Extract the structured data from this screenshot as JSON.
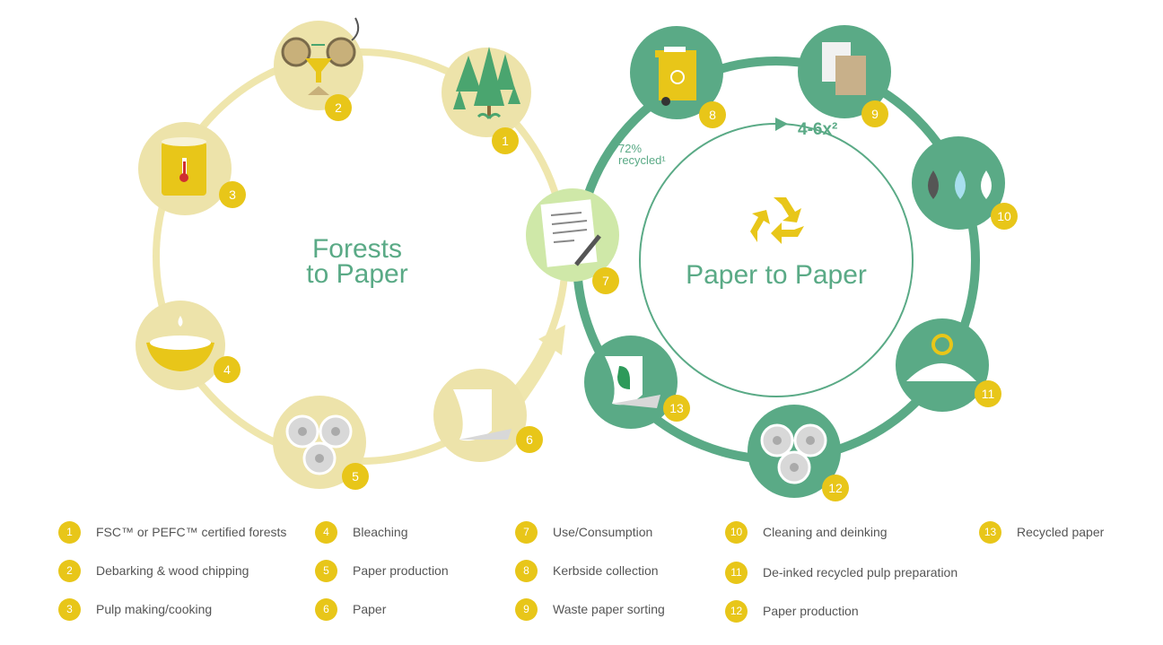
{
  "colors": {
    "forest_ring": "#efe6ad",
    "forest_circle": "#ede3aa",
    "recycle_ring": "#5aaa86",
    "recycle_circle": "#5aaa86",
    "use_circle": "#cfe8a8",
    "badge": "#e8c619",
    "title_green": "#5aaa86"
  },
  "forest_title_line1": "Forests",
  "forest_title_line2": "to Paper",
  "recycle_title": "Paper to Paper",
  "recycled_share": "72%",
  "recycled_word": "recycled¹",
  "cycles_label": "4-6x²",
  "steps": [
    {
      "num": "1",
      "icon": "forest-icon"
    },
    {
      "num": "2",
      "icon": "debarking-chipping-icon"
    },
    {
      "num": "3",
      "icon": "pulp-cooking-pot-icon"
    },
    {
      "num": "4",
      "icon": "bleaching-bowl-icon"
    },
    {
      "num": "5",
      "icon": "paper-rolls-icon"
    },
    {
      "num": "6",
      "icon": "paper-sheet-icon"
    },
    {
      "num": "7",
      "icon": "document-pen-icon"
    },
    {
      "num": "8",
      "icon": "recycling-bin-icon"
    },
    {
      "num": "9",
      "icon": "paper-sorting-icon"
    },
    {
      "num": "10",
      "icon": "ink-drops-icon"
    },
    {
      "num": "11",
      "icon": "recycled-pulp-icon"
    },
    {
      "num": "12",
      "icon": "paper-rolls-icon"
    },
    {
      "num": "13",
      "icon": "recycled-paper-roll-icon"
    }
  ],
  "legend": [
    {
      "num": "1",
      "label": "FSC™ or PEFC™ certified forests"
    },
    {
      "num": "2",
      "label": "Debarking & wood chipping"
    },
    {
      "num": "3",
      "label": "Pulp making/cooking"
    },
    {
      "num": "4",
      "label": "Bleaching"
    },
    {
      "num": "5",
      "label": "Paper production"
    },
    {
      "num": "6",
      "label": "Paper"
    },
    {
      "num": "7",
      "label": "Use/Consumption"
    },
    {
      "num": "8",
      "label": "Kerbside collection"
    },
    {
      "num": "9",
      "label": "Waste paper sorting"
    },
    {
      "num": "10",
      "label": "Cleaning and deinking"
    },
    {
      "num": "11",
      "label": "De-inked recycled pulp preparation"
    },
    {
      "num": "12",
      "label": "Paper production"
    },
    {
      "num": "13",
      "label": "Recycled paper"
    }
  ]
}
